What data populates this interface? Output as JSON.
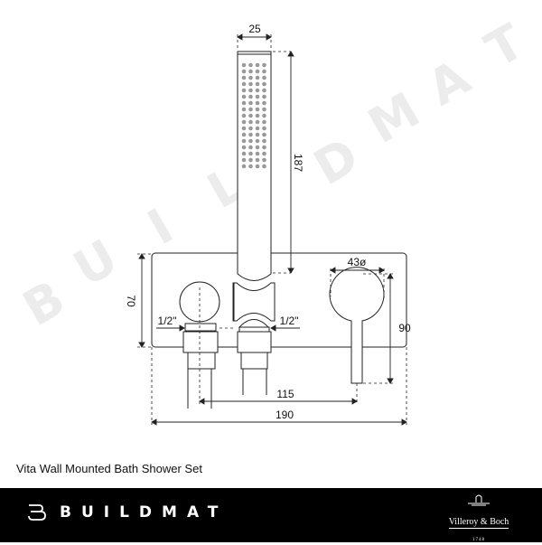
{
  "watermark": [
    "B",
    "U",
    "I",
    "L",
    "D",
    "M",
    "A",
    "T"
  ],
  "dimensions": {
    "handset_width": "25",
    "handset_length": "187",
    "plate_height": "70",
    "mixer_diameter": "43ø",
    "mixer_height": "90",
    "outlet_left": "1/2\"",
    "outlet_right": "1/2\"",
    "center_distance": "115",
    "plate_width": "190"
  },
  "product_title": "Vita Wall Mounted Bath Shower Set",
  "footer": {
    "brand": "BUILDMAT",
    "partner_logo": "Villeroy & Boch",
    "partner_year": "1748",
    "background": "#000000"
  }
}
